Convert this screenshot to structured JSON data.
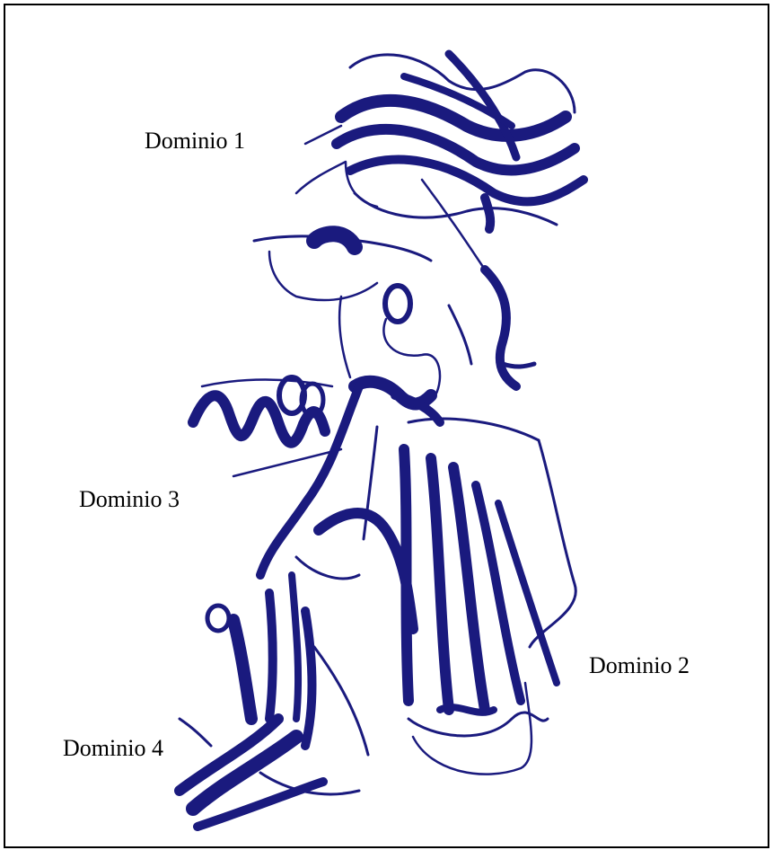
{
  "labels": {
    "domain1": "Dominio 1",
    "domain2": "Dominio 2",
    "domain3": "Dominio 3",
    "domain4": "Dominio 4"
  },
  "colors": {
    "ribbon": "#1a1a7e",
    "border": "#000000",
    "background": "#ffffff"
  }
}
